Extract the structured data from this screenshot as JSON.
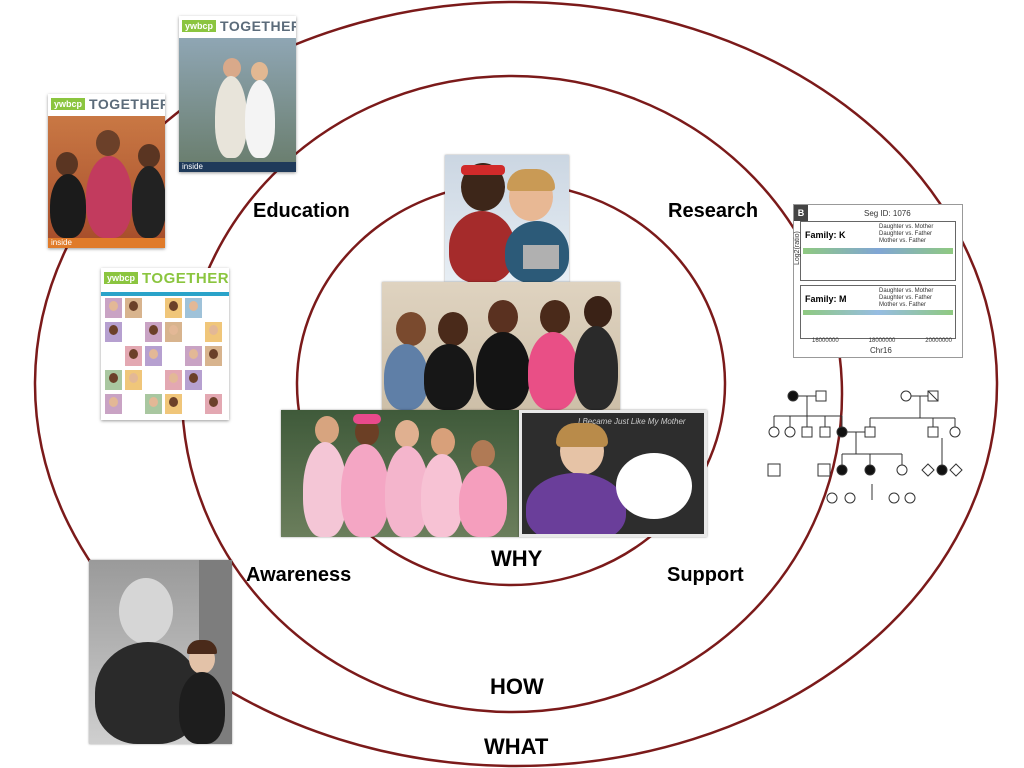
{
  "labels": {
    "education": "Education",
    "research": "Research",
    "awareness": "Awareness",
    "support": "Support",
    "why": "WHY",
    "how": "HOW",
    "what": "WHAT"
  },
  "colors": {
    "ring": "#7b1a1a",
    "logo": "#8bc53f",
    "pink": "#f4a6c4"
  },
  "magazines": [
    {
      "logo": "ywbcp",
      "title": "TOGETHER",
      "footer": "inside"
    },
    {
      "logo": "ywbcp",
      "title": "TOGETHER",
      "footer": "inside"
    },
    {
      "logo": "ywbcp",
      "title": "TOGETHER"
    }
  ],
  "sign_text": "I Became Just Like My Mother",
  "research_chart": {
    "title": "Seg ID: 1076",
    "panels": [
      {
        "family": "Family: K",
        "legend": [
          "Daughter vs. Mother",
          "Daughter vs. Father",
          "Mother vs. Father"
        ]
      },
      {
        "family": "Family: M",
        "legend": [
          "Daughter vs. Mother",
          "Daughter vs. Father",
          "Mother vs. Father"
        ]
      }
    ],
    "ylabel": "Log2(ratio)",
    "xlabel": "Chr16",
    "xticks": [
      "16000000",
      "18000000",
      "20000000"
    ],
    "corner": "B"
  },
  "icons": [
    "pedigree-chart-icon"
  ]
}
